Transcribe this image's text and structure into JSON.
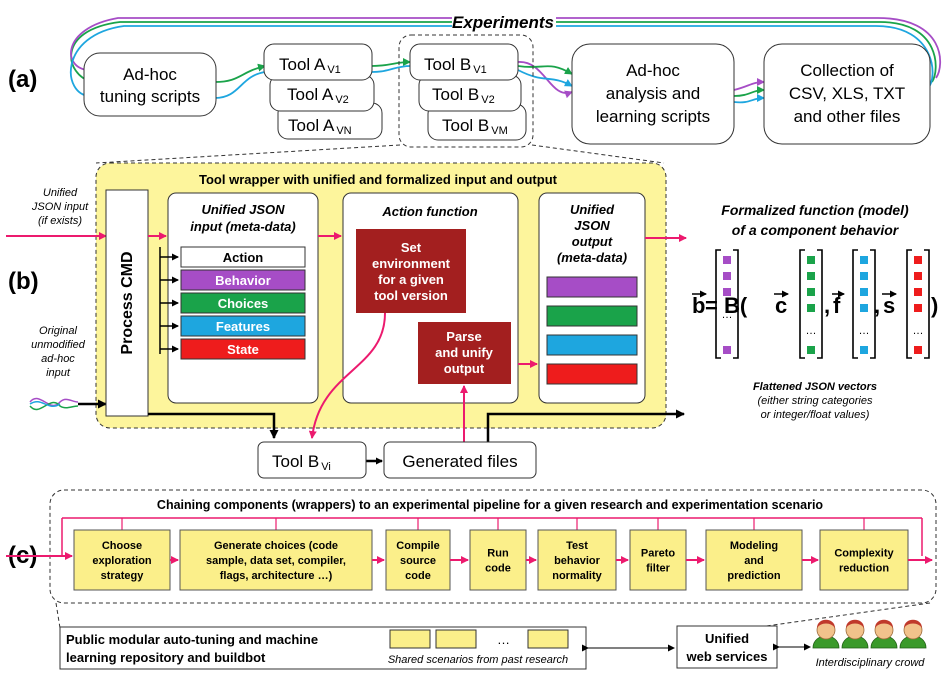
{
  "sections": {
    "a": "(a)",
    "b": "(b)",
    "c": "(c)"
  },
  "part_a": {
    "experiments_label": "Experiments",
    "adhoc_tuning": [
      "Ad-hoc",
      "tuning scripts"
    ],
    "tool_a": [
      {
        "name": "Tool A",
        "sub": "V1"
      },
      {
        "name": "Tool A",
        "sub": "V2"
      },
      {
        "name": "Tool A",
        "sub": "VN"
      }
    ],
    "tool_b": [
      {
        "name": "Tool B",
        "sub": "V1"
      },
      {
        "name": "Tool B",
        "sub": "V2"
      },
      {
        "name": "Tool B",
        "sub": "VM"
      }
    ],
    "adhoc_analysis": [
      "Ad-hoc",
      "analysis and",
      "learning scripts"
    ],
    "collection": [
      "Collection of",
      "CSV, XLS, TXT",
      "and other files"
    ]
  },
  "part_b": {
    "wrapper_title": "Tool wrapper with unified and formalized input and output",
    "unified_input_label": [
      "Unified",
      "JSON input",
      "(if exists)"
    ],
    "original_input_label": [
      "Original",
      "unmodified",
      "ad-hoc",
      "input"
    ],
    "process_cmd": "Process  CMD",
    "input_box_title": [
      "Unified JSON",
      "input  (meta-data)"
    ],
    "input_items": [
      {
        "label": "Action",
        "color": "#ffffff",
        "text_color": "#000000"
      },
      {
        "label": "Behavior",
        "color": "#a64dc6",
        "text_color": "#ffffff"
      },
      {
        "label": "Choices",
        "color": "#1aa34a",
        "text_color": "#ffffff"
      },
      {
        "label": "Features",
        "color": "#1ea6df",
        "text_color": "#ffffff"
      },
      {
        "label": "State",
        "color": "#ee1c1c",
        "text_color": "#ffffff"
      }
    ],
    "action_function_title": "Action function",
    "set_env": [
      "Set",
      "environment",
      "for a given",
      "tool version"
    ],
    "parse_unify": [
      "Parse",
      "and unify",
      "output"
    ],
    "output_box_title": [
      "Unified",
      "JSON",
      "output",
      "(meta-data)"
    ],
    "output_colors": [
      "#a64dc6",
      "#1aa34a",
      "#1ea6df",
      "#ee1c1c"
    ],
    "tool_b_vi": {
      "name": "Tool B",
      "sub": "Vi"
    },
    "generated_files": "Generated files",
    "formalized_title": [
      "Formalized function (model)",
      "of a component behavior"
    ],
    "formula": {
      "b": "b",
      "eq": "= B(",
      "c": "c",
      "f": "f",
      "s": "s",
      "comma": ",",
      "close": ")",
      "dots": "…"
    },
    "flattened": [
      "Flattened JSON vectors",
      "(either string categories",
      "or  integer/float values)"
    ]
  },
  "part_c": {
    "pipeline_title": "Chaining components (wrappers) to an experimental pipeline for a given research and experimentation scenario",
    "steps": [
      {
        "lines": [
          "Choose",
          "exploration",
          "strategy"
        ]
      },
      {
        "lines": [
          "Generate choices (code",
          "sample, data set, compiler,",
          "flags, architecture …)"
        ]
      },
      {
        "lines": [
          "Compile",
          "source",
          "code"
        ]
      },
      {
        "lines": [
          "Run",
          "code"
        ]
      },
      {
        "lines": [
          "Test",
          "behavior",
          "normality"
        ]
      },
      {
        "lines": [
          "Pareto",
          "filter"
        ]
      },
      {
        "lines": [
          "Modeling",
          "and",
          "prediction"
        ]
      },
      {
        "lines": [
          "Complexity",
          "reduction"
        ]
      }
    ],
    "repository": [
      "Public modular auto-tuning and machine",
      "learning repository and buildbot"
    ],
    "shared_scenarios": "Shared scenarios from past research",
    "shared_dots": "…",
    "web_services": [
      "Unified",
      "web services"
    ],
    "crowd_label": "Interdisciplinary crowd"
  },
  "colors": {
    "yellow_fill": "#fdf59c",
    "step_fill": "#fbef8a",
    "pink_arrow": "#ec1a6e",
    "dark_red": "#a31f1f",
    "purple": "#a64dc6",
    "green": "#1aa34a",
    "blue": "#1ea6df",
    "red": "#ee1c1c"
  }
}
